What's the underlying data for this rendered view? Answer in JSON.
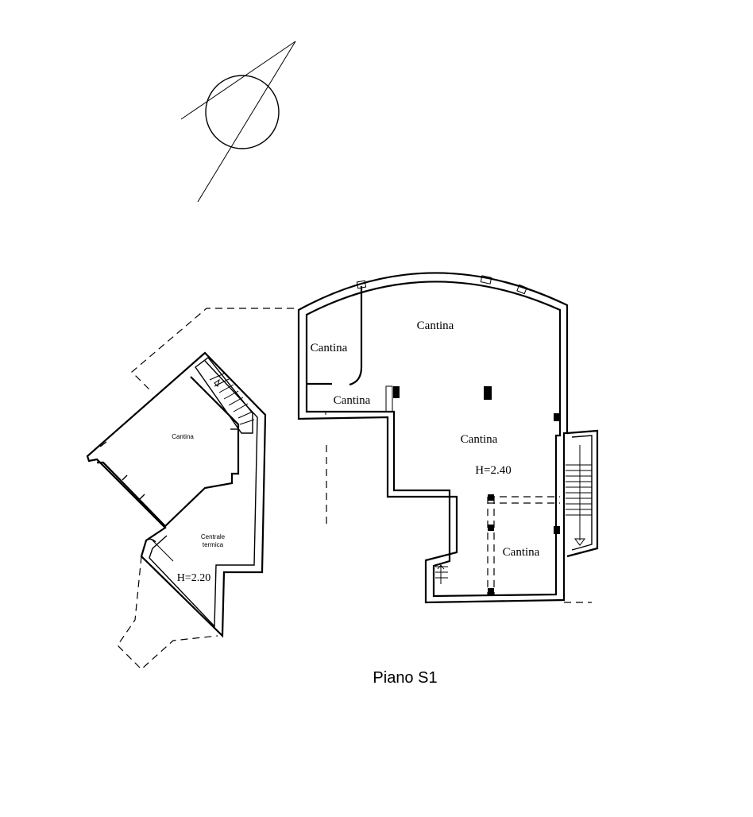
{
  "drawing": {
    "floor_title": "Piano S1",
    "north_arrow": "north-arrow-icon",
    "rooms_right": {
      "cantina_top_center": "Cantina",
      "cantina_top_left": "Cantina",
      "cantina_mid_left": "Cantina",
      "cantina_center": "Cantina",
      "height_right": "H=2.40",
      "cantina_bottom_right": "Cantina"
    },
    "rooms_left": {
      "cantina_left": "Cantina",
      "centrale_line1": "Centrale",
      "centrale_line2": "termica",
      "height_left": "H=2.20"
    }
  }
}
